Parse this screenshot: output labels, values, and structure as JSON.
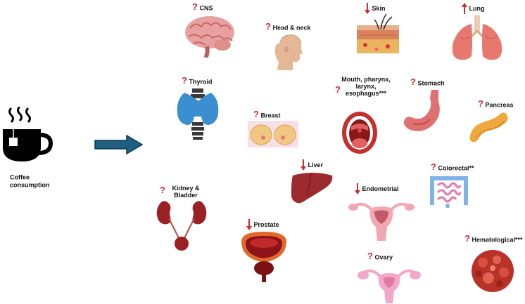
{
  "source": {
    "label": "Coffee consumption"
  },
  "colors": {
    "marker": "#d8262b",
    "arrow_fill": "#1f5f80",
    "arrow_stroke": "#0d3a52"
  },
  "legend": {
    "increased": "↑",
    "decreased": "↓",
    "uncertain": "?"
  },
  "organs": [
    {
      "id": "cns",
      "label": "CNS",
      "effect": "uncertain",
      "icon": "brain-icon"
    },
    {
      "id": "head-neck",
      "label": "Head & neck",
      "effect": "uncertain",
      "icon": "head-icon"
    },
    {
      "id": "skin",
      "label": "Skin",
      "effect": "decreased",
      "icon": "skin-icon"
    },
    {
      "id": "lung",
      "label": "Lung",
      "effect": "increased",
      "icon": "lungs-icon"
    },
    {
      "id": "thyroid",
      "label": "Thyroid",
      "effect": "uncertain",
      "icon": "thyroid-icon"
    },
    {
      "id": "mouth",
      "label": "Mouth, pharynx, larynx, esophagus***",
      "effect": "uncertain",
      "icon": "mouth-icon"
    },
    {
      "id": "stomach",
      "label": "Stomach",
      "effect": "uncertain",
      "icon": "stomach-icon"
    },
    {
      "id": "pancreas",
      "label": "Pancreas",
      "effect": "uncertain",
      "icon": "pancreas-icon"
    },
    {
      "id": "breast",
      "label": "Breast",
      "effect": "uncertain",
      "icon": "breast-icon"
    },
    {
      "id": "liver",
      "label": "Liver",
      "effect": "decreased",
      "icon": "liver-icon"
    },
    {
      "id": "colorectal",
      "label": "Colorectal**",
      "effect": "uncertain",
      "icon": "intestine-icon"
    },
    {
      "id": "kidney",
      "label": "Kidney & Bladder",
      "effect": "uncertain",
      "icon": "kidney-icon"
    },
    {
      "id": "endometrial",
      "label": "Endometrial",
      "effect": "decreased",
      "icon": "uterus-icon"
    },
    {
      "id": "prostate",
      "label": "Prostate",
      "effect": "decreased",
      "icon": "prostate-icon"
    },
    {
      "id": "hematological",
      "label": "Hematological***",
      "effect": "uncertain",
      "icon": "blood-cells-icon"
    },
    {
      "id": "ovary",
      "label": "Ovary",
      "effect": "uncertain",
      "icon": "ovary-icon"
    }
  ]
}
